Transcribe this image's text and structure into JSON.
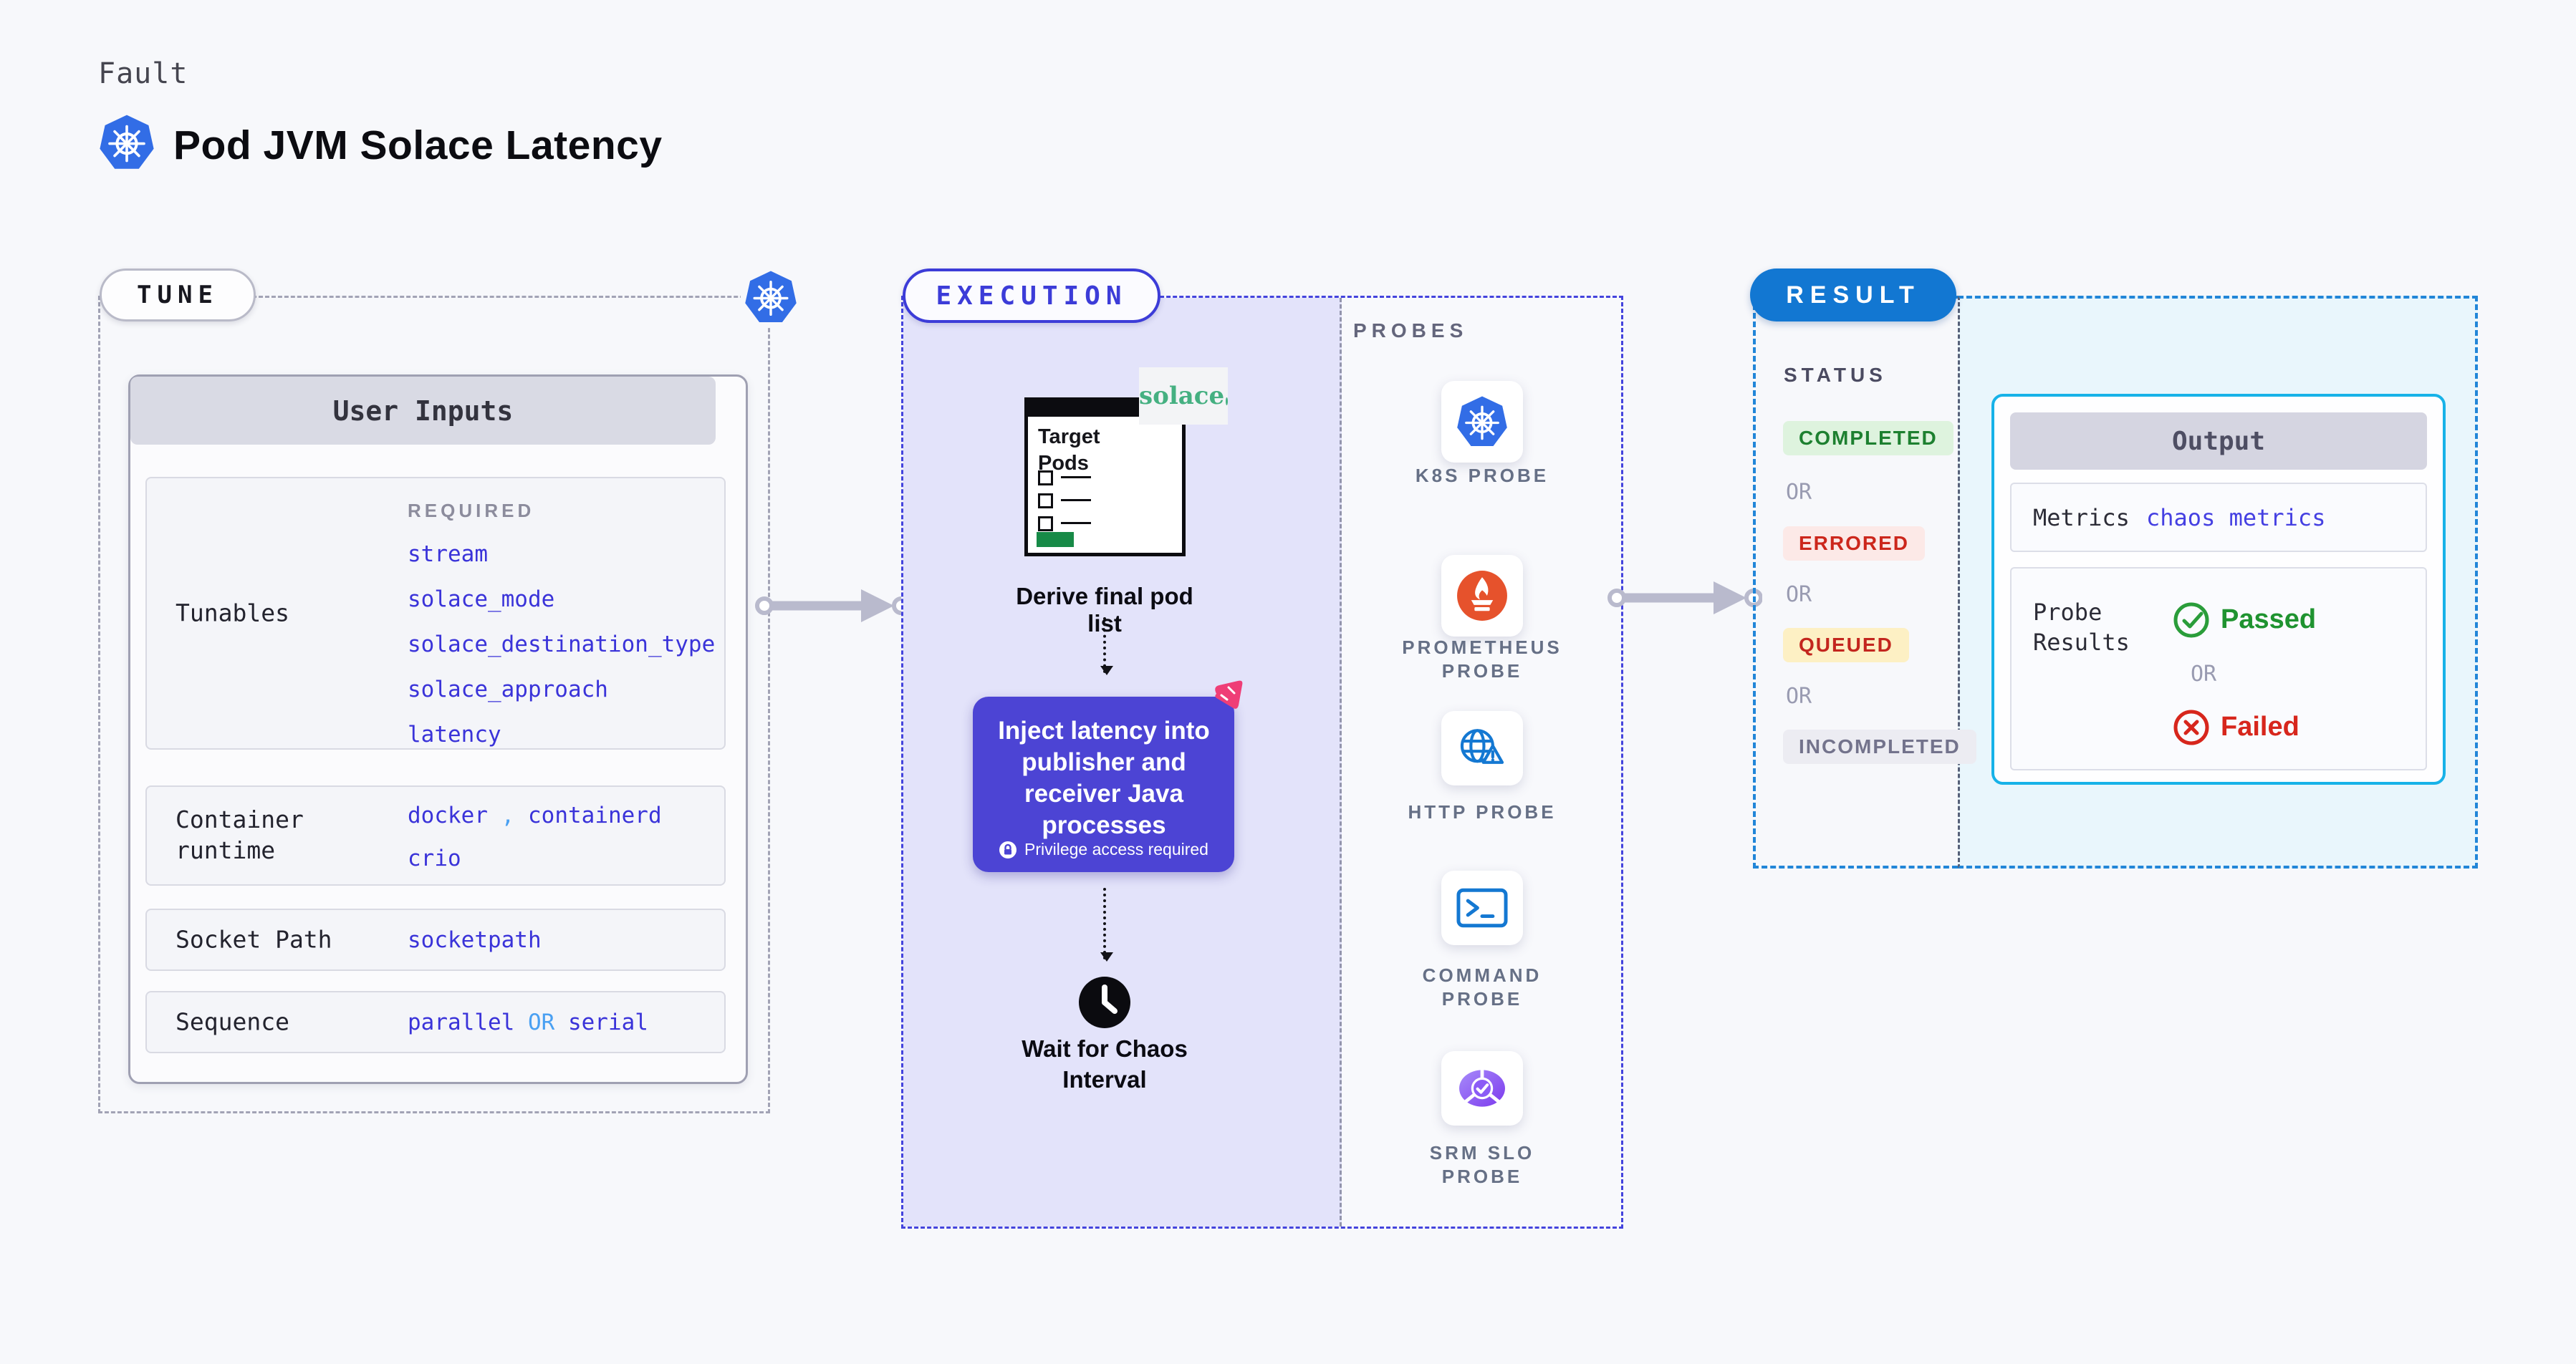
{
  "header": {
    "eyebrow": "Fault",
    "title": "Pod JVM Solace Latency"
  },
  "tune": {
    "pill": "TUNE",
    "user_inputs": {
      "title": "User Inputs",
      "tunables": {
        "label": "Tunables",
        "required_tag": "REQUIRED",
        "values": [
          "stream",
          "solace_mode",
          "solace_destination_type",
          "solace_approach",
          "latency"
        ]
      },
      "container_runtime": {
        "label": "Container runtime",
        "value1": "docker",
        "separator": ",",
        "value2": "containerd",
        "value3": "crio"
      },
      "socket_path": {
        "label": "Socket Path",
        "value": "socketpath"
      },
      "sequence": {
        "label": "Sequence",
        "value1": "parallel",
        "or": "OR",
        "value2": "serial"
      }
    }
  },
  "execution": {
    "pill": "EXECUTION",
    "target_pods_label": "Target Pods",
    "solace_logo_text": "solace",
    "derive_label": "Derive final pod list",
    "inject_label": "Inject latency into publisher and receiver Java processes",
    "privilege_label": "Privilege access required",
    "wait_label": "Wait for Chaos Interval"
  },
  "probes": {
    "section_label": "PROBES",
    "items": [
      {
        "label": "K8S PROBE",
        "icon": "kubernetes-probe-icon"
      },
      {
        "label": "PROMETHEUS PROBE",
        "icon": "prometheus-probe-icon"
      },
      {
        "label": "HTTP PROBE",
        "icon": "http-probe-icon"
      },
      {
        "label": "COMMAND PROBE",
        "icon": "command-probe-icon"
      },
      {
        "label": "SRM SLO PROBE",
        "icon": "srm-slo-probe-icon"
      }
    ]
  },
  "result": {
    "pill": "RESULT",
    "status_label": "STATUS",
    "or_label": "OR",
    "statuses": [
      {
        "label": "COMPLETED",
        "text_color": "#1d8030",
        "bg_color": "#def3de"
      },
      {
        "label": "ERRORED",
        "text_color": "#cc271c",
        "bg_color": "#fce9e7"
      },
      {
        "label": "QUEUED",
        "text_color": "#c3261e",
        "bg_color": "#fdf0c4"
      },
      {
        "label": "INCOMPLETED",
        "text_color": "#73738c",
        "bg_color": "#ececf2"
      }
    ],
    "output": {
      "title": "Output",
      "metrics_label": "Metrics",
      "metrics_value": "chaos metrics",
      "probe_results_label": "Probe Results",
      "passed_label": "Passed",
      "failed_label": "Failed",
      "or_label": "OR"
    }
  },
  "colors": {
    "page_bg": "#f7f8fb",
    "kubernetes_blue": "#326de6",
    "indigo_accent": "#3c3cd8",
    "value_blue": "#3a33d9",
    "light_blue": "#4aa0f2",
    "execution_bg": "#e3e3fa",
    "inject_box": "#4c44d4",
    "pink_chaos": "#ef3e77",
    "solace_green": "#45b081",
    "prometheus_orange": "#e6522c",
    "probe_blue": "#1478d2",
    "srm_purple": "#8b5cf6",
    "result_blue": "#1277d2",
    "output_border_cyan": "#17b2e8",
    "passed_green": "#1f9330",
    "failed_red": "#d7261c"
  }
}
